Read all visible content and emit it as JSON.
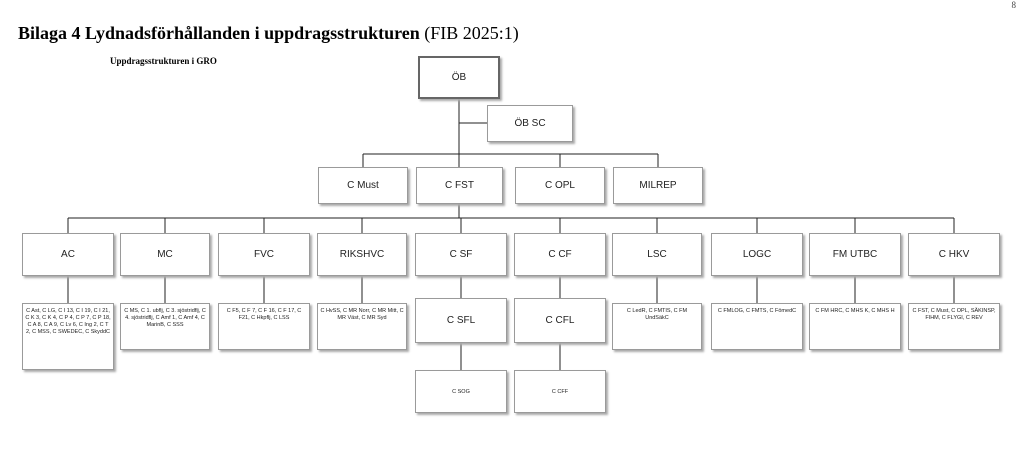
{
  "page_mark": "8",
  "heading": {
    "bold": "Bilaga 4 Lydnadsförhållanden i uppdragsstrukturen",
    "normal": "(FIB 2025:1)"
  },
  "chart_title": "Uppdragsstrukturen i GRO",
  "nodes": {
    "root": "ÖB",
    "staff": "ÖB SC",
    "level2": [
      "C Must",
      "C FST",
      "C OPL",
      "MILREP"
    ],
    "level3": [
      "AC",
      "MC",
      "FVC",
      "RIKSHVC",
      "C SF",
      "C CF",
      "LSC",
      "LOGC",
      "FM UTBC",
      "C HKV"
    ],
    "sf_chain": [
      "C SFL",
      "C SOG"
    ],
    "cf_chain": [
      "C CFL",
      "C CFF"
    ]
  },
  "subordinates": [
    "C Ast, C LG, C I 13, C I 19, C I 21, C K 3, C K 4, C P 4, C P 7, C P 18, C A 8, C A 9, C Lv 6, C Ing 2, C T 2, C MSS, C SWEDEC, C SkyddC",
    "C MS, C 1. ubflj, C 3. sjöstridflj, C 4. sjöstridflj, C Amf 1, C Amf 4, C MarinB, C SSS",
    "C F5, C F 7, C F 16, C F 17, C F21, C Hkpflj, C LSS",
    "C HvSS, C MR Norr, C MR Mitt, C MR Väst, C MR Syd",
    "",
    "",
    "C LedR, C FMTIS, C FM UndSäkC",
    "C FMLOG, C FMTS, C FömedC",
    "C FM HRC, C MHS K, C MHS H",
    "C FST, C Must, C OPL, SÄKINSP, FIHM, C FLYGI, C REV"
  ]
}
